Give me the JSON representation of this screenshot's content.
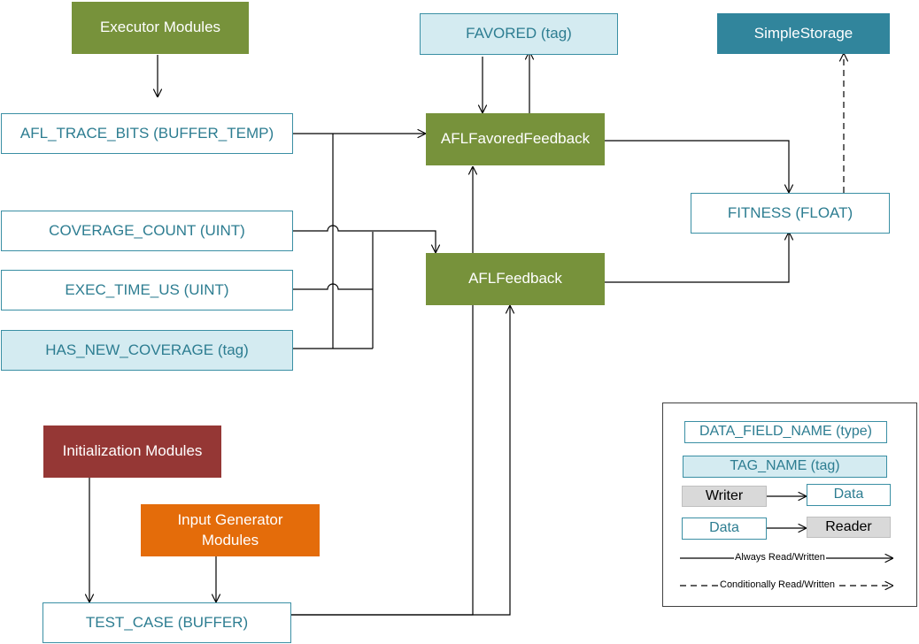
{
  "nodes": {
    "executor_modules": "Executor Modules",
    "favored_tag": "FAVORED (tag)",
    "simple_storage": "SimpleStorage",
    "afl_trace_bits": "AFL_TRACE_BITS (BUFFER_TEMP)",
    "afl_favored_feedback": "AFLFavoredFeedback",
    "fitness": "FITNESS (FLOAT)",
    "coverage_count": "COVERAGE_COUNT (UINT)",
    "afl_feedback": "AFLFeedback",
    "exec_time_us": "EXEC_TIME_US (UINT)",
    "has_new_coverage": "HAS_NEW_COVERAGE (tag)",
    "initialization_modules": "Initialization Modules",
    "input_generator_modules": "Input Generator Modules",
    "test_case": "TEST_CASE (BUFFER)"
  },
  "legend": {
    "data_field": "DATA_FIELD_NAME (type)",
    "tag_name": "TAG_NAME (tag)",
    "writer": "Writer",
    "data_1": "Data",
    "data_2": "Data",
    "reader": "Reader",
    "always": "Always Read/Written",
    "conditionally": "Conditionally Read/Written"
  },
  "colors": {
    "module_green": "#77923b",
    "storage_teal": "#31859c",
    "init_red": "#953735",
    "generator_orange": "#e46c0a",
    "data_border": "#3a8fa4",
    "tag_fill": "#d4ebf1"
  }
}
